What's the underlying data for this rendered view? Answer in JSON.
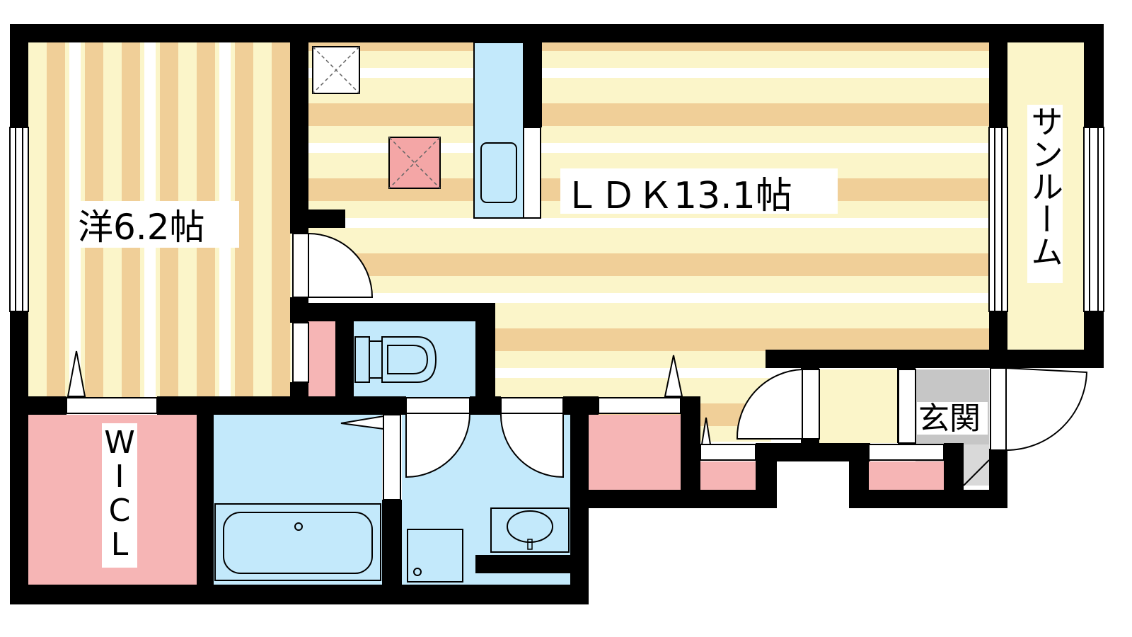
{
  "rooms": {
    "western": "洋6.2帖",
    "ldk": "ＬＤＫ13.1帖",
    "sunroom": "サンルーム",
    "entrance": "玄関",
    "wcl": "W\nI\nC\nL"
  },
  "colors": {
    "wall": "#000000",
    "floor_stripe_a": "#f0cf98",
    "floor_stripe_b": "#fbf5c9",
    "wet_area": "#c3e9fb",
    "storage": "#f6b5b5",
    "entrance": "#c6c6c6",
    "hatch_fill": "#f4a6a6"
  }
}
